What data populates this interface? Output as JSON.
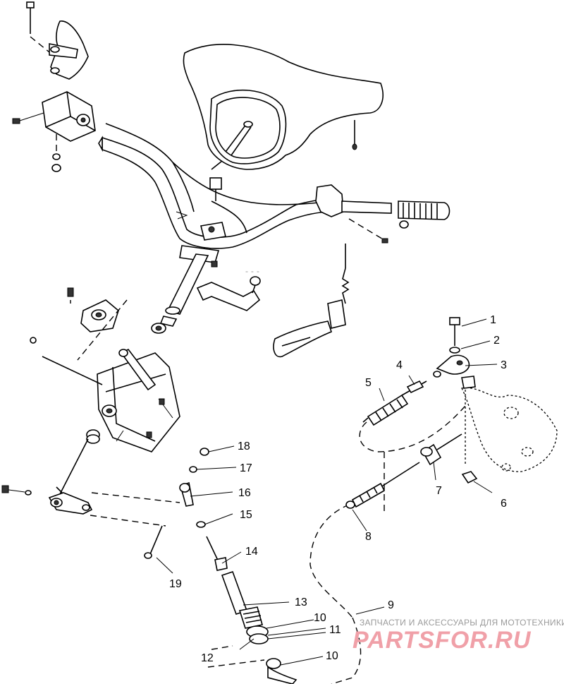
{
  "callouts": [
    "1",
    "2",
    "3",
    "4",
    "5",
    "6",
    "7",
    "8",
    "9",
    "10",
    "10",
    "11",
    "12",
    "13",
    "14",
    "15",
    "16",
    "17",
    "18",
    "19"
  ],
  "watermark": {
    "caption": "ЗАПЧАСТИ И АКСЕССУАРЫ ДЛЯ МОТОТЕХНИКИ",
    "brand": "PARTSFOR.RU",
    "brand_color": "#f0a0a8"
  },
  "colors": {
    "ink": "#000000",
    "background": "#ffffff"
  }
}
